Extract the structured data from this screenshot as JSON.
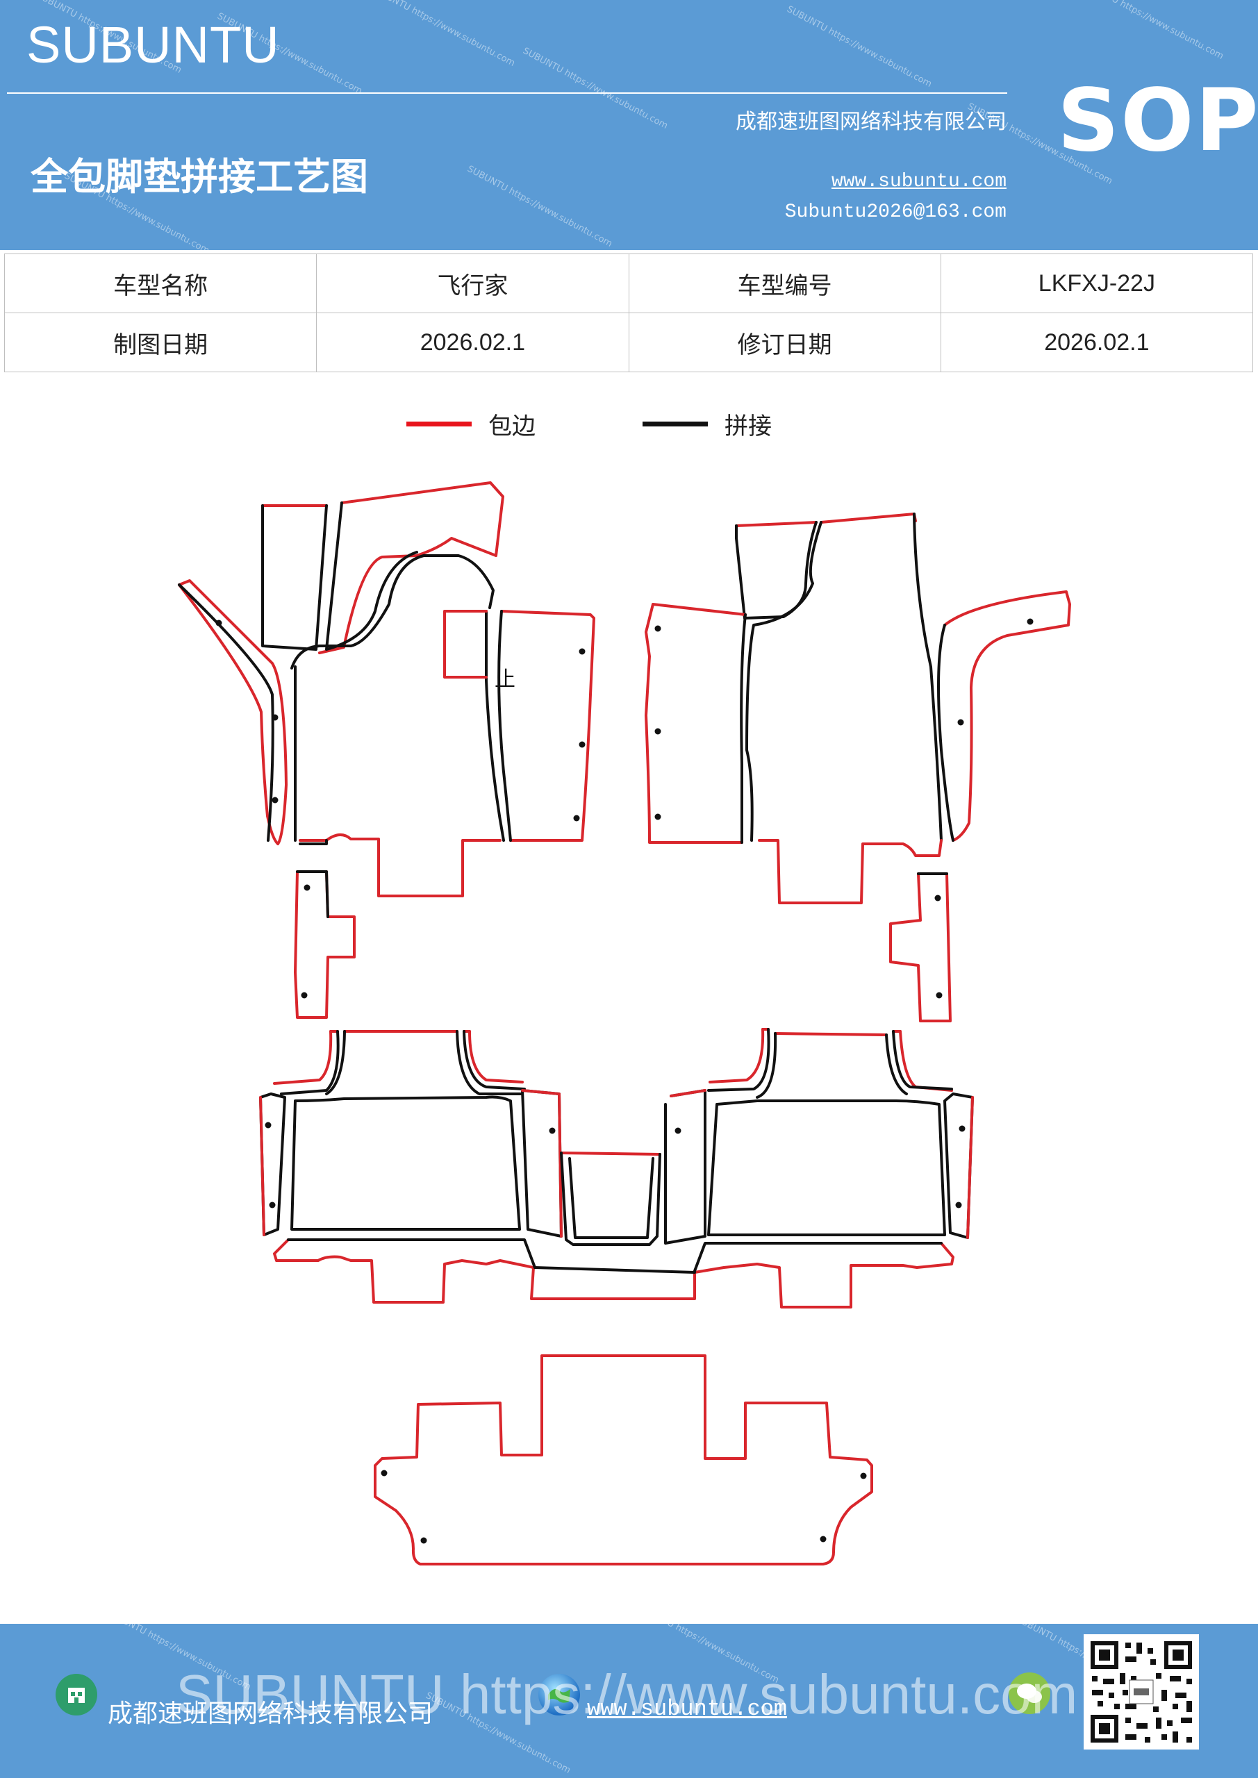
{
  "header": {
    "brand": "SUBUNTU",
    "company": "成都速班图网络科技有限公司",
    "title": "全包脚垫拼接工艺图",
    "website": "www.subuntu.com",
    "email": "Subuntu2026@163.com",
    "badge": "SOP"
  },
  "info_table": {
    "model_name_label": "车型名称",
    "model_name": "飞行家",
    "model_code_label": "车型编号",
    "model_code": "LKFXJ-22J",
    "draw_date_label": "制图日期",
    "draw_date": "2026.02.1",
    "revise_date_label": "修订日期",
    "revise_date": "2026.02.1"
  },
  "legend": {
    "edge_label": "包边",
    "edge_color": "#e8141c",
    "seam_label": "拼接",
    "seam_color": "#111111"
  },
  "diagram": {
    "stop_mark": "止"
  },
  "footer": {
    "company": "成都速班图网络科技有限公司",
    "website": "www.subuntu.com",
    "overlay": "SUBUNTU https://www.subuntu.com",
    "home_icon": "company-icon",
    "globe_icon": "globe-icon",
    "wechat_icon": "wechat-icon"
  }
}
